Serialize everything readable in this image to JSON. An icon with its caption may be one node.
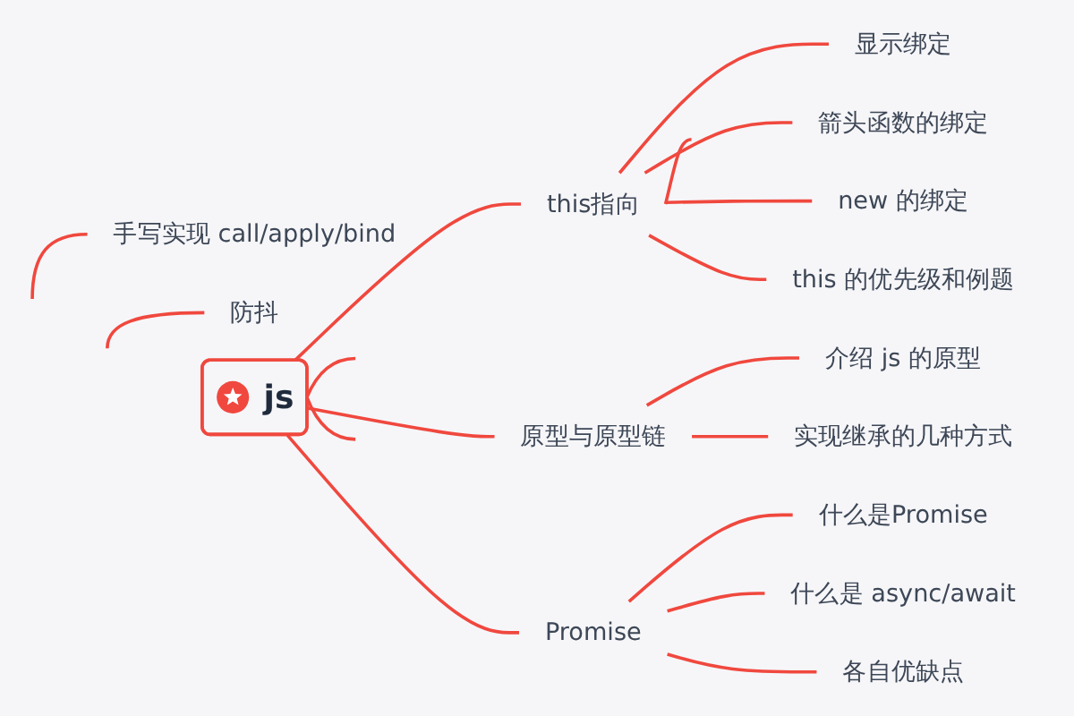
{
  "diagram": {
    "nodes": [
      {
        "text": [
          "js"
        ]
      },
      {
        "text": [
          "this指向"
        ]
      },
      {
        "text": [
          "显示绑定"
        ]
      },
      {
        "text": [
          "箭头函数的绑定"
        ]
      },
      {
        "text": [
          "new 的绑定"
        ]
      },
      {
        "text": [
          "this 的优先级和例题"
        ]
      },
      {
        "text": [
          "原型与原型链"
        ]
      },
      {
        "text": [
          "介绍 js 的原型"
        ]
      },
      {
        "text": [
          "实现继承的几种方式"
        ]
      },
      {
        "text": [
          "Promise"
        ]
      },
      {
        "text": [
          "什么是Promise"
        ]
      },
      {
        "text": [
          "什么是 async/await"
        ]
      },
      {
        "text": [
          "各自优缺点"
        ]
      },
      {
        "text": [
          "手写实现 call/apply/bind"
        ]
      },
      {
        "text": [
          "防抖"
        ]
      }
    ],
    "edges": [
      {
        "from": 0,
        "to": null,
        "arrow": "none"
      },
      {
        "from": 0,
        "to": 1,
        "arrow": "none"
      },
      {
        "from": 1,
        "to": null,
        "arrow": "none"
      },
      {
        "from": 1,
        "to": 2,
        "arrow": "none"
      },
      {
        "from": 1,
        "to": 3,
        "arrow": "none"
      },
      {
        "from": 1,
        "to": 4,
        "arrow": "none"
      },
      {
        "from": 1,
        "to": 5,
        "arrow": "none"
      },
      {
        "from": 0,
        "to": 6,
        "arrow": "none"
      },
      {
        "from": 6,
        "to": 7,
        "arrow": "none"
      },
      {
        "from": 6,
        "to": 8,
        "arrow": "none"
      },
      {
        "from": 0,
        "to": 9,
        "arrow": "none"
      },
      {
        "from": 9,
        "to": 10,
        "arrow": "none"
      },
      {
        "from": 9,
        "to": 11,
        "arrow": "none"
      },
      {
        "from": 9,
        "to": 12,
        "arrow": "none"
      },
      {
        "from": 0,
        "to": null,
        "arrow": "none"
      },
      {
        "from": null,
        "to": 13,
        "arrow": "none"
      },
      {
        "from": null,
        "to": 14,
        "arrow": "none"
      }
    ]
  }
}
